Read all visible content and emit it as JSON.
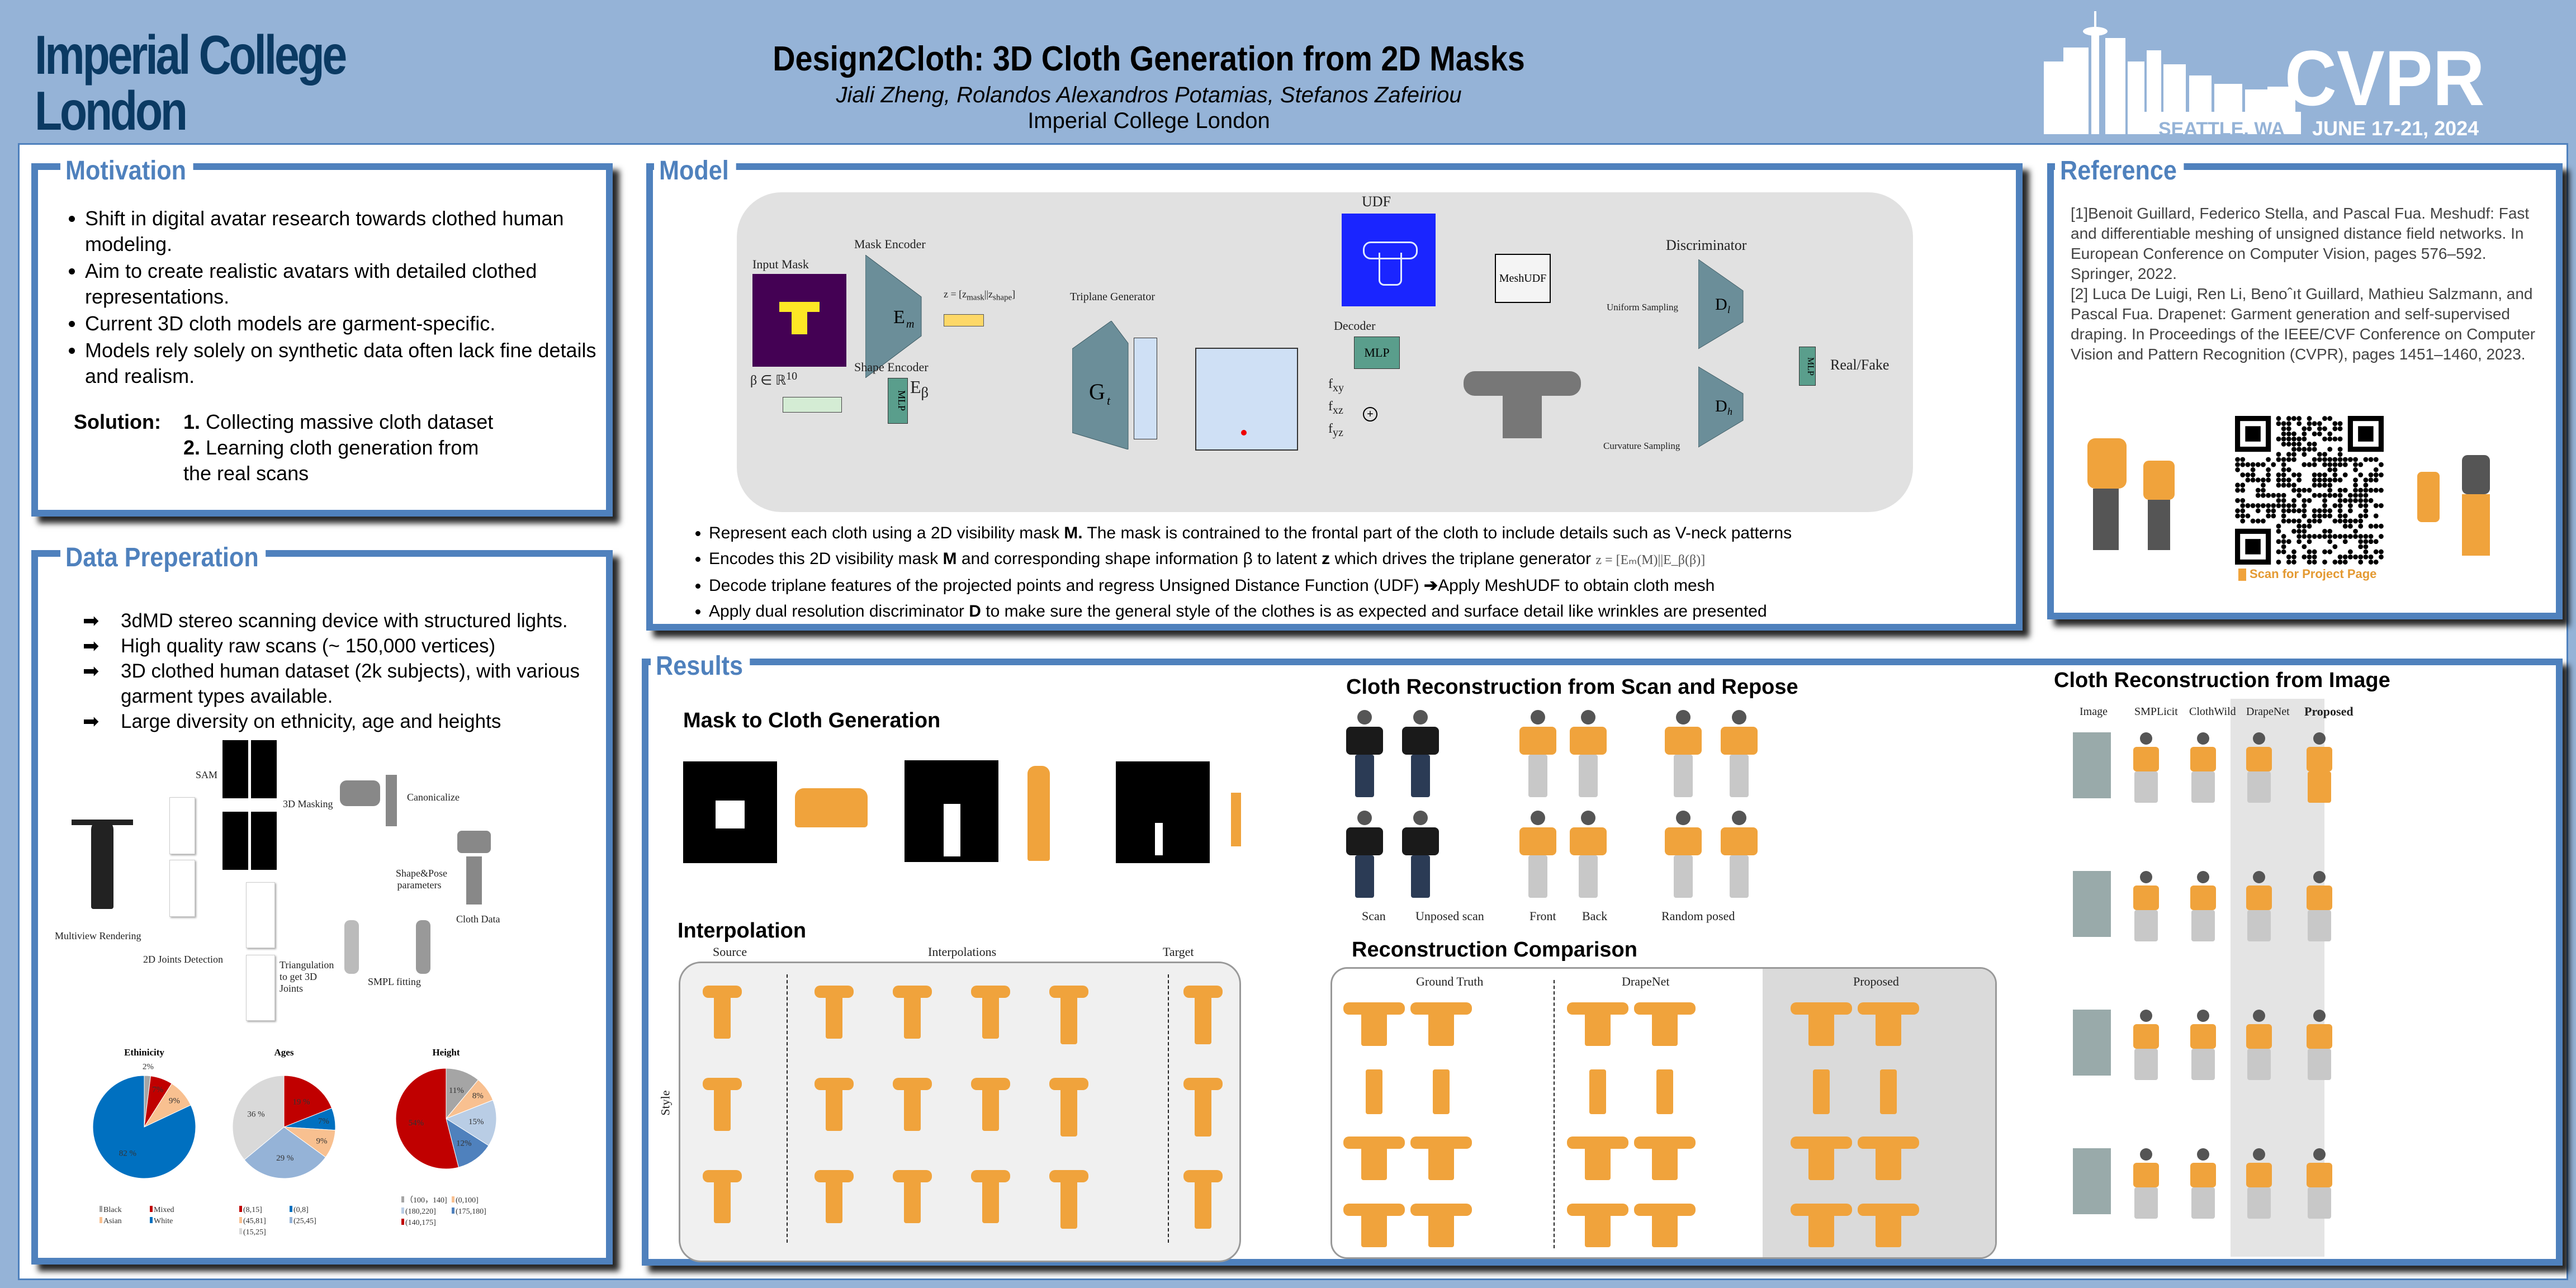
{
  "header": {
    "logo": "Imperial College London",
    "logo_line1": "Imperial College",
    "logo_line2": "London",
    "title": "Design2Cloth: 3D Cloth Generation from 2D Masks",
    "authors": "Jiali Zheng, Rolandos Alexandros Potamias, Stefanos Zafeiriou",
    "affiliation": "Imperial College London",
    "conference": {
      "name": "CVPR",
      "location": "SEATTLE, WA",
      "dates": "JUNE 17-21, 2024"
    }
  },
  "colors": {
    "accent": "#4f81bd",
    "background": "#95b3d7",
    "cloth": "#f0a33c",
    "logo": "#0b3a63"
  },
  "motivation": {
    "title": "Motivation",
    "bullets": [
      "Shift in digital avatar research towards clothed human modeling.",
      "Aim to create realistic avatars with detailed clothed representations.",
      "Current 3D cloth models are garment-specific.",
      "Models rely solely on synthetic data often lack fine details and realism."
    ],
    "solution_label": "Solution:",
    "solutions": [
      {
        "num": "1.",
        "text": "Collecting massive cloth dataset"
      },
      {
        "num": "2.",
        "text": "Learning cloth generation from the real scans"
      }
    ]
  },
  "data_prep": {
    "title": "Data Preperation",
    "arrow_icon": "➡",
    "bullets": [
      "3dMD stereo scanning device with structured lights.",
      "High quality raw scans (~ 150,000 vertices)",
      "3D clothed human dataset (2k subjects), with various garment types available.",
      "Large diversity on ethnicity, age and heights"
    ],
    "pipeline_labels": {
      "sam": "SAM",
      "masking": "3D Masking",
      "canonicalize": "Canonicalize",
      "multiview": "Multiview Rendering",
      "joints": "2D Joints Detection",
      "triangulation": "Triangulation to get 3D Joints",
      "smpl": "SMPL fitting",
      "shape_pose": "Shape&Pose parameters",
      "cloth_data": "Cloth Data"
    }
  },
  "chart_data": [
    {
      "type": "pie",
      "title": "Ethinicity",
      "categories": [
        "Black",
        "Mixed",
        "Asian",
        "White"
      ],
      "values": [
        2,
        7,
        9,
        82
      ],
      "labels": [
        "2%",
        "7%",
        "9%",
        "82 %"
      ],
      "colors": [
        "#a5a5a5",
        "#c00000",
        "#f8c090",
        "#0070c0"
      ],
      "legend": "bottom"
    },
    {
      "type": "pie",
      "title": "Ages",
      "categories": [
        "(8,15]",
        "(0,8]",
        "(45,81]",
        "(25,45]",
        "(15,25]"
      ],
      "values": [
        19,
        7,
        9,
        29,
        36
      ],
      "labels": [
        "19 %",
        "7%",
        "9%",
        "29 %",
        "36 %"
      ],
      "colors": [
        "#c00000",
        "#0070c0",
        "#f8c090",
        "#95b3d7",
        "#d9d9d9"
      ],
      "legend": "bottom"
    },
    {
      "type": "pie",
      "title": "Height",
      "categories": [
        "（100，140]",
        "(0,100]",
        "(180,220]",
        "(175,180]",
        "(140,175]"
      ],
      "values": [
        11,
        8,
        15,
        12,
        54
      ],
      "labels": [
        "11%",
        "8%",
        "15%",
        "12%",
        "54%"
      ],
      "colors": [
        "#a5a5a5",
        "#f8c090",
        "#b9cde5",
        "#4f81bd",
        "#c00000"
      ],
      "legend": "bottom"
    }
  ],
  "model": {
    "title": "Model",
    "diagram": {
      "input_mask": "Input Mask",
      "mask_encoder": "Mask Encoder",
      "em": "E",
      "em_sub": "m",
      "z_eq": "z = [z",
      "z_mask": "mask",
      "z_mid": "||z",
      "z_shape": "shape",
      "z_end": "]",
      "triplane_gen": "Triplane Generator",
      "gt": "G",
      "gt_sub": "t",
      "beta": "β ∈ ℝ",
      "beta_sup": "10",
      "shape_encoder": "Shape Encoder",
      "eb": "E",
      "eb_sub": "β",
      "mlp": "MLP",
      "udf": "UDF",
      "decoder": "Decoder",
      "fxy": "f",
      "fxy_sub": "xy",
      "fxz_sub": "xz",
      "fyz_sub": "yz",
      "meshudf": "MeshUDF",
      "discriminator": "Discriminator",
      "uniform": "Uniform Sampling",
      "curvature": "Curvature Sampling",
      "dl": "D",
      "dl_sub": "l",
      "dh_sub": "h",
      "realfake": "Real/Fake"
    },
    "bullets": [
      {
        "pre": "Represent each cloth using a 2D visibility mask ",
        "bold": "M.",
        "post": " The mask is contrained to the frontal part of the cloth to include details such as V-neck patterns"
      },
      {
        "pre": "Encodes this 2D visibility mask ",
        "bold": "M",
        "post": " and corresponding shape information β to latent ",
        "bold2": "z",
        "post2": " which drives the triplane generator ",
        "formula": "z = [Eₘ(M)||E_β(β)]"
      },
      {
        "pre": "Decode triplane features of the projected points and regress Unsigned Distance Function (UDF) ",
        "bold": "➔",
        "post": "Apply MeshUDF to obtain cloth mesh"
      },
      {
        "pre": "Apply dual resolution discriminator ",
        "bold": "D",
        "post": " to make sure the general style of the clothes is as expected and surface detail like wrinkles are presented"
      }
    ]
  },
  "reference": {
    "title": "Reference",
    "items": [
      "[1]Benoit Guillard, Federico Stella, and Pascal Fua. Meshudf: Fast and differentiable meshing of unsigned distance field networks. In European Conference on Computer Vision, pages 576–592. Springer, 2022.",
      "[2] Luca De Luigi, Ren Li, Benoˆıt Guillard, Mathieu Salzmann, and Pascal Fua. Drapenet: Garment generation and self-supervised draping. In Proceedings of the IEEE/CVF Conference on Computer Vision and Pattern Recognition (CVPR), pages 1451–1460, 2023."
    ],
    "qr_caption": "Scan for Project Page"
  },
  "results": {
    "title": "Results",
    "mask_to_cloth": "Mask to Cloth Generation",
    "interpolation": {
      "title": "Interpolation",
      "source": "Source",
      "interpolations": "Interpolations",
      "target": "Target",
      "style": "Style"
    },
    "scan_repose": {
      "title": "Cloth Reconstruction from Scan and Repose",
      "labels": [
        "Scan",
        "Unposed scan",
        "Front",
        "Back",
        "Random posed"
      ]
    },
    "comparison": {
      "title": "Reconstruction Comparison",
      "columns": [
        "Ground Truth",
        "DrapeNet",
        "Proposed"
      ]
    },
    "from_image": {
      "title": "Cloth Reconstruction from Image",
      "columns": [
        "Image",
        "SMPLicit",
        "ClothWild",
        "DrapeNet",
        "Proposed"
      ]
    }
  }
}
